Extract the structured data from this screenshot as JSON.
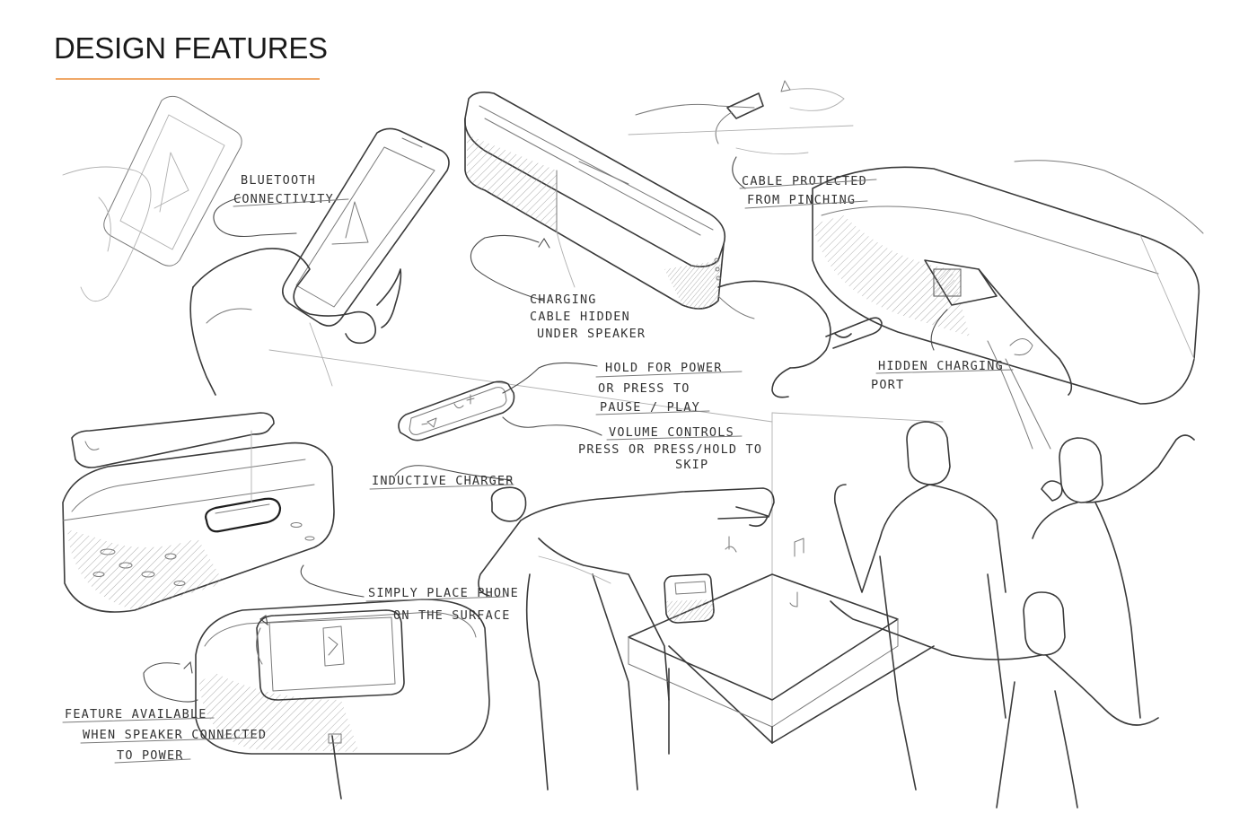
{
  "header": {
    "title": "DESIGN FEATURES",
    "rule_color": "#f0a868"
  },
  "annotations": {
    "bluetooth": [
      "BLUETOOTH",
      "CONNECTIVITY"
    ],
    "charging_cable": [
      "CHARGING",
      "CABLE HIDDEN",
      "UNDER SPEAKER"
    ],
    "cable_protected": [
      "CABLE PROTECTED",
      "FROM PINCHING"
    ],
    "hold_power": [
      "HOLD FOR POWER",
      "OR PRESS TO",
      "PAUSE / PLAY"
    ],
    "volume": [
      "VOLUME CONTROLS",
      "PRESS OR PRESS/HOLD TO",
      "SKIP"
    ],
    "hidden_port": [
      "HIDDEN CHARGING",
      "PORT"
    ],
    "inductive": [
      "INDUCTIVE CHARGER"
    ],
    "place_phone": [
      "SIMPLY PLACE PHONE",
      "ON THE SURFACE"
    ],
    "feature_available": [
      "FEATURE AVAILABLE",
      "WHEN SPEAKER CONNECTED",
      "TO POWER"
    ]
  },
  "colors": {
    "ink": "#3a3a3a",
    "accent": "#f0a868"
  }
}
